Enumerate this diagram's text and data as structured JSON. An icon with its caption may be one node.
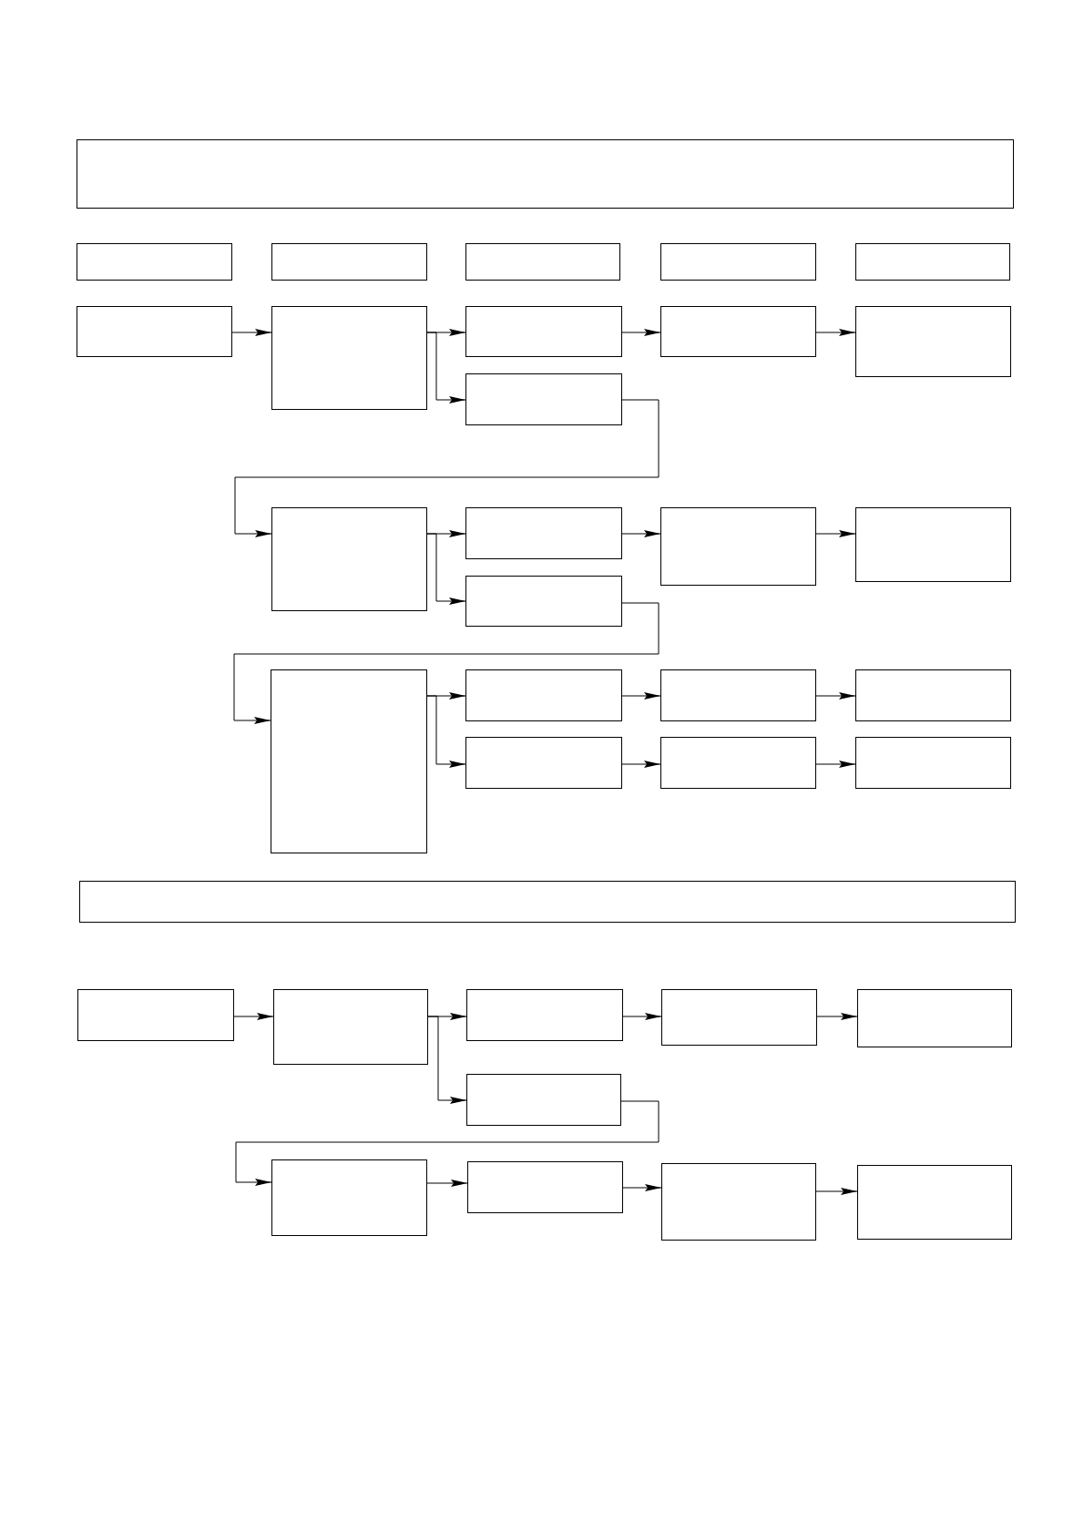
{
  "diagram": {
    "nodes": [
      {
        "text": [],
        "shape": "box"
      },
      {
        "text": [],
        "shape": "box"
      },
      {
        "text": [],
        "shape": "box"
      },
      {
        "text": [],
        "shape": "box"
      },
      {
        "text": [],
        "shape": "box"
      },
      {
        "text": [],
        "shape": "box"
      },
      {
        "text": [],
        "shape": "box"
      },
      {
        "text": [],
        "shape": "box"
      },
      {
        "text": [],
        "shape": "box"
      },
      {
        "text": [],
        "shape": "box"
      },
      {
        "text": [],
        "shape": "box"
      },
      {
        "text": [],
        "shape": "box"
      },
      {
        "text": [],
        "shape": "box"
      },
      {
        "text": [],
        "shape": "box"
      },
      {
        "text": [],
        "shape": "box"
      },
      {
        "text": [],
        "shape": "box"
      },
      {
        "text": [],
        "shape": "box"
      },
      {
        "text": [],
        "shape": "box"
      },
      {
        "text": [],
        "shape": "box"
      },
      {
        "text": [],
        "shape": "box"
      },
      {
        "text": [],
        "shape": "box"
      },
      {
        "text": [],
        "shape": "box"
      },
      {
        "text": [],
        "shape": "box"
      },
      {
        "text": [],
        "shape": "box"
      },
      {
        "text": [],
        "shape": "box"
      },
      {
        "text": [],
        "shape": "box"
      },
      {
        "text": [],
        "shape": "box"
      },
      {
        "text": [],
        "shape": "box"
      },
      {
        "text": [],
        "shape": "box"
      },
      {
        "text": [],
        "shape": "box"
      },
      {
        "text": [],
        "shape": "box"
      },
      {
        "text": [],
        "shape": "box"
      },
      {
        "text": [],
        "shape": "box"
      },
      {
        "text": [],
        "shape": "box"
      },
      {
        "text": [],
        "shape": "box"
      }
    ],
    "edges": [
      {
        "from": 6,
        "to": 7,
        "arrow": "to"
      },
      {
        "from": 7,
        "to": 8,
        "arrow": "to"
      },
      {
        "from": 7,
        "to": 11,
        "arrow": "to"
      },
      {
        "from": 8,
        "to": 9,
        "arrow": "to"
      },
      {
        "from": 9,
        "to": 10,
        "arrow": "to"
      },
      {
        "from": 11,
        "to": 12,
        "arrow": "to"
      },
      {
        "from": 12,
        "to": 13,
        "arrow": "to"
      },
      {
        "from": 12,
        "to": 16,
        "arrow": "to"
      },
      {
        "from": 13,
        "to": 14,
        "arrow": "to"
      },
      {
        "from": 14,
        "to": 15,
        "arrow": "to"
      },
      {
        "from": 16,
        "to": 17,
        "arrow": "to"
      },
      {
        "from": 17,
        "to": 18,
        "arrow": "to"
      },
      {
        "from": 17,
        "to": 21,
        "arrow": "to"
      },
      {
        "from": 18,
        "to": 19,
        "arrow": "to"
      },
      {
        "from": 19,
        "to": 20,
        "arrow": "to"
      },
      {
        "from": 21,
        "to": 22,
        "arrow": "to"
      },
      {
        "from": 22,
        "to": 23,
        "arrow": "to"
      },
      {
        "from": 25,
        "to": 26,
        "arrow": "to"
      },
      {
        "from": 26,
        "to": 27,
        "arrow": "to"
      },
      {
        "from": 26,
        "to": 30,
        "arrow": "to"
      },
      {
        "from": 27,
        "to": 28,
        "arrow": "to"
      },
      {
        "from": 28,
        "to": 29,
        "arrow": "to"
      },
      {
        "from": 30,
        "to": 31,
        "arrow": "to"
      },
      {
        "from": 31,
        "to": 32,
        "arrow": "to"
      },
      {
        "from": 32,
        "to": 33,
        "arrow": "to"
      },
      {
        "from": 33,
        "to": 34,
        "arrow": "to"
      }
    ]
  }
}
